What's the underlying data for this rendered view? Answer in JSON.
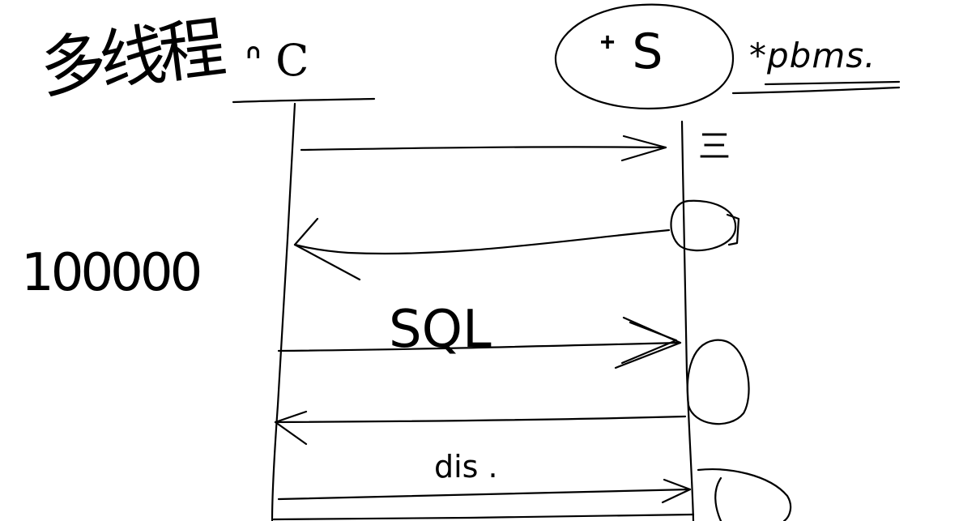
{
  "labels": {
    "top_left": "多线程",
    "client": "ᐢ C",
    "server_short": "ᐩ S",
    "server_name": "*pbms.",
    "count": "100000",
    "sql": "SQL",
    "dis": "dis .",
    "three": "三"
  },
  "colors": {
    "ink": "#000000",
    "background": "#ffffff"
  }
}
